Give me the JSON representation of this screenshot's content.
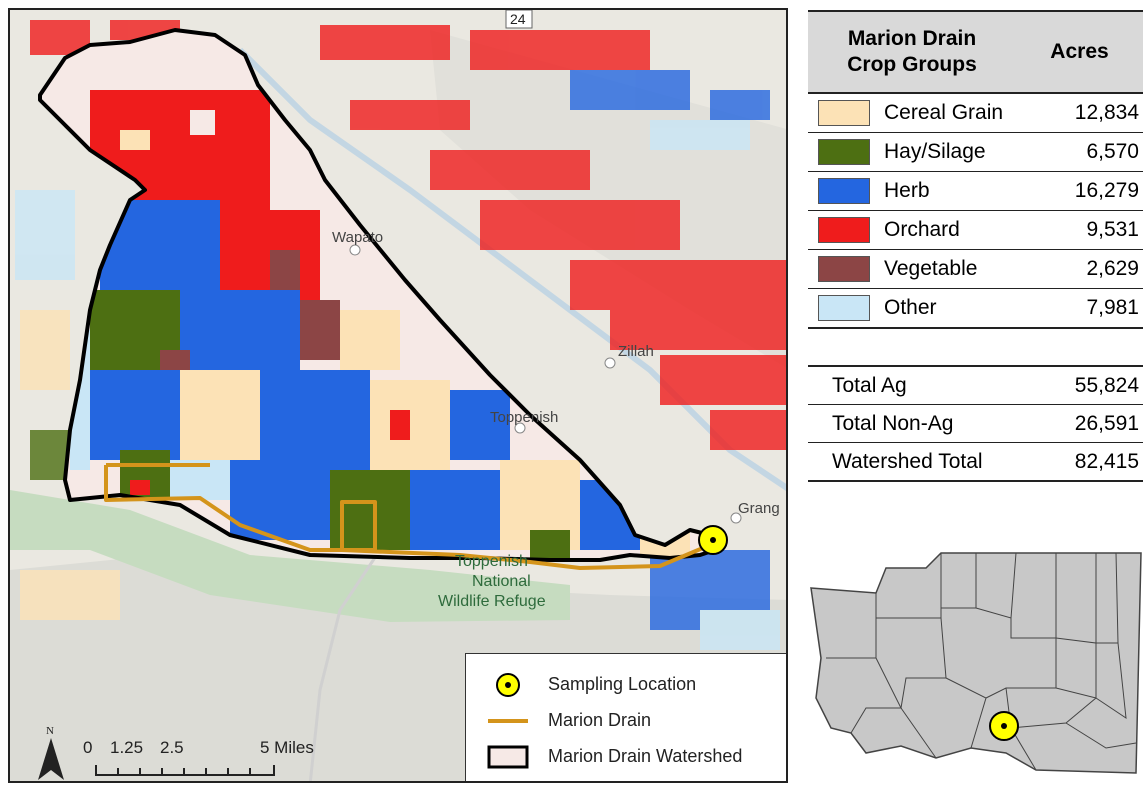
{
  "map": {
    "highway_shield": "24",
    "places": {
      "wapato": "Wapato",
      "zillah": "Zillah",
      "toppenish": "Toppenish",
      "granger": "Grang",
      "refuge_line1": "Toppenish",
      "refuge_line2": "National",
      "refuge_line3": "Wildlife Refuge"
    },
    "legend": {
      "sampling": "Sampling Location",
      "drain": "Marion Drain",
      "watershed": "Marion Drain Watershed"
    },
    "scale": {
      "t0": "0",
      "t1": "1.25",
      "t2": "2.5",
      "t3": "5 Miles"
    },
    "north": "N"
  },
  "table": {
    "header_line1": "Marion Drain",
    "header_line2": "Crop Groups",
    "acres_header": "Acres",
    "crops": [
      {
        "name": "Cereal Grain",
        "acres": "12,834",
        "color": "#fce2b6"
      },
      {
        "name": "Hay/Silage",
        "acres": "6,570",
        "color": "#4d6f12"
      },
      {
        "name": "Herb",
        "acres": "16,279",
        "color": "#2466e0"
      },
      {
        "name": "Orchard",
        "acres": "9,531",
        "color": "#ef1c1c"
      },
      {
        "name": "Vegetable",
        "acres": "2,629",
        "color": "#8c4545"
      },
      {
        "name": "Other",
        "acres": "7,981",
        "color": "#c9e6f6"
      }
    ],
    "totals": [
      {
        "name": "Total Ag",
        "acres": "55,824"
      },
      {
        "name": "Total Non-Ag",
        "acres": "26,591"
      },
      {
        "name": "Watershed Total",
        "acres": "82,415"
      }
    ]
  },
  "colors": {
    "drain": "#d4941b",
    "watershed_fill": "#f6e9e6",
    "sampling": "#ffff00"
  }
}
